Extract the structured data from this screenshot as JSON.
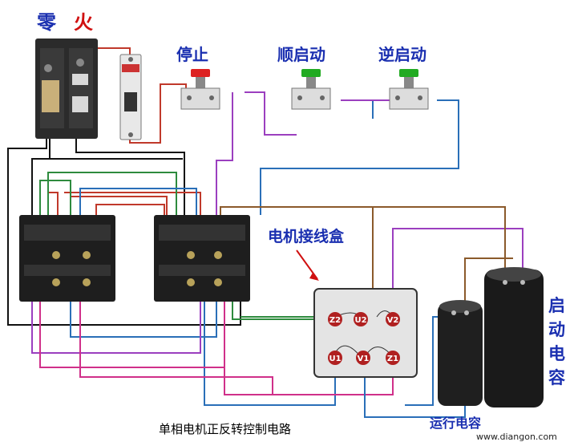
{
  "labels": {
    "neutral": "零",
    "live": "火",
    "stop": "停止",
    "forward_start": "顺启动",
    "reverse_start": "逆启动",
    "junction_box": "电机接线盒",
    "start_capacitor": "启动电容",
    "run_capacitor": "运行电容",
    "caption": "单相电机正反转控制电路",
    "watermark": "www.diangon.com"
  },
  "terminals": {
    "z2": "Z2",
    "u2": "U2",
    "v2": "V2",
    "u1": "U1",
    "v1": "V1",
    "z1": "Z1"
  },
  "colors": {
    "red_wire": "#c0392b",
    "black_wire": "#111111",
    "green_wire": "#2e8b3e",
    "blue_wire": "#2a6fb8",
    "purple_wire": "#9b3fbf",
    "brown_wire": "#8b5a2b",
    "pink_wire": "#d0308a",
    "label_blue": "#1a2fb0",
    "label_red": "#d01010"
  }
}
